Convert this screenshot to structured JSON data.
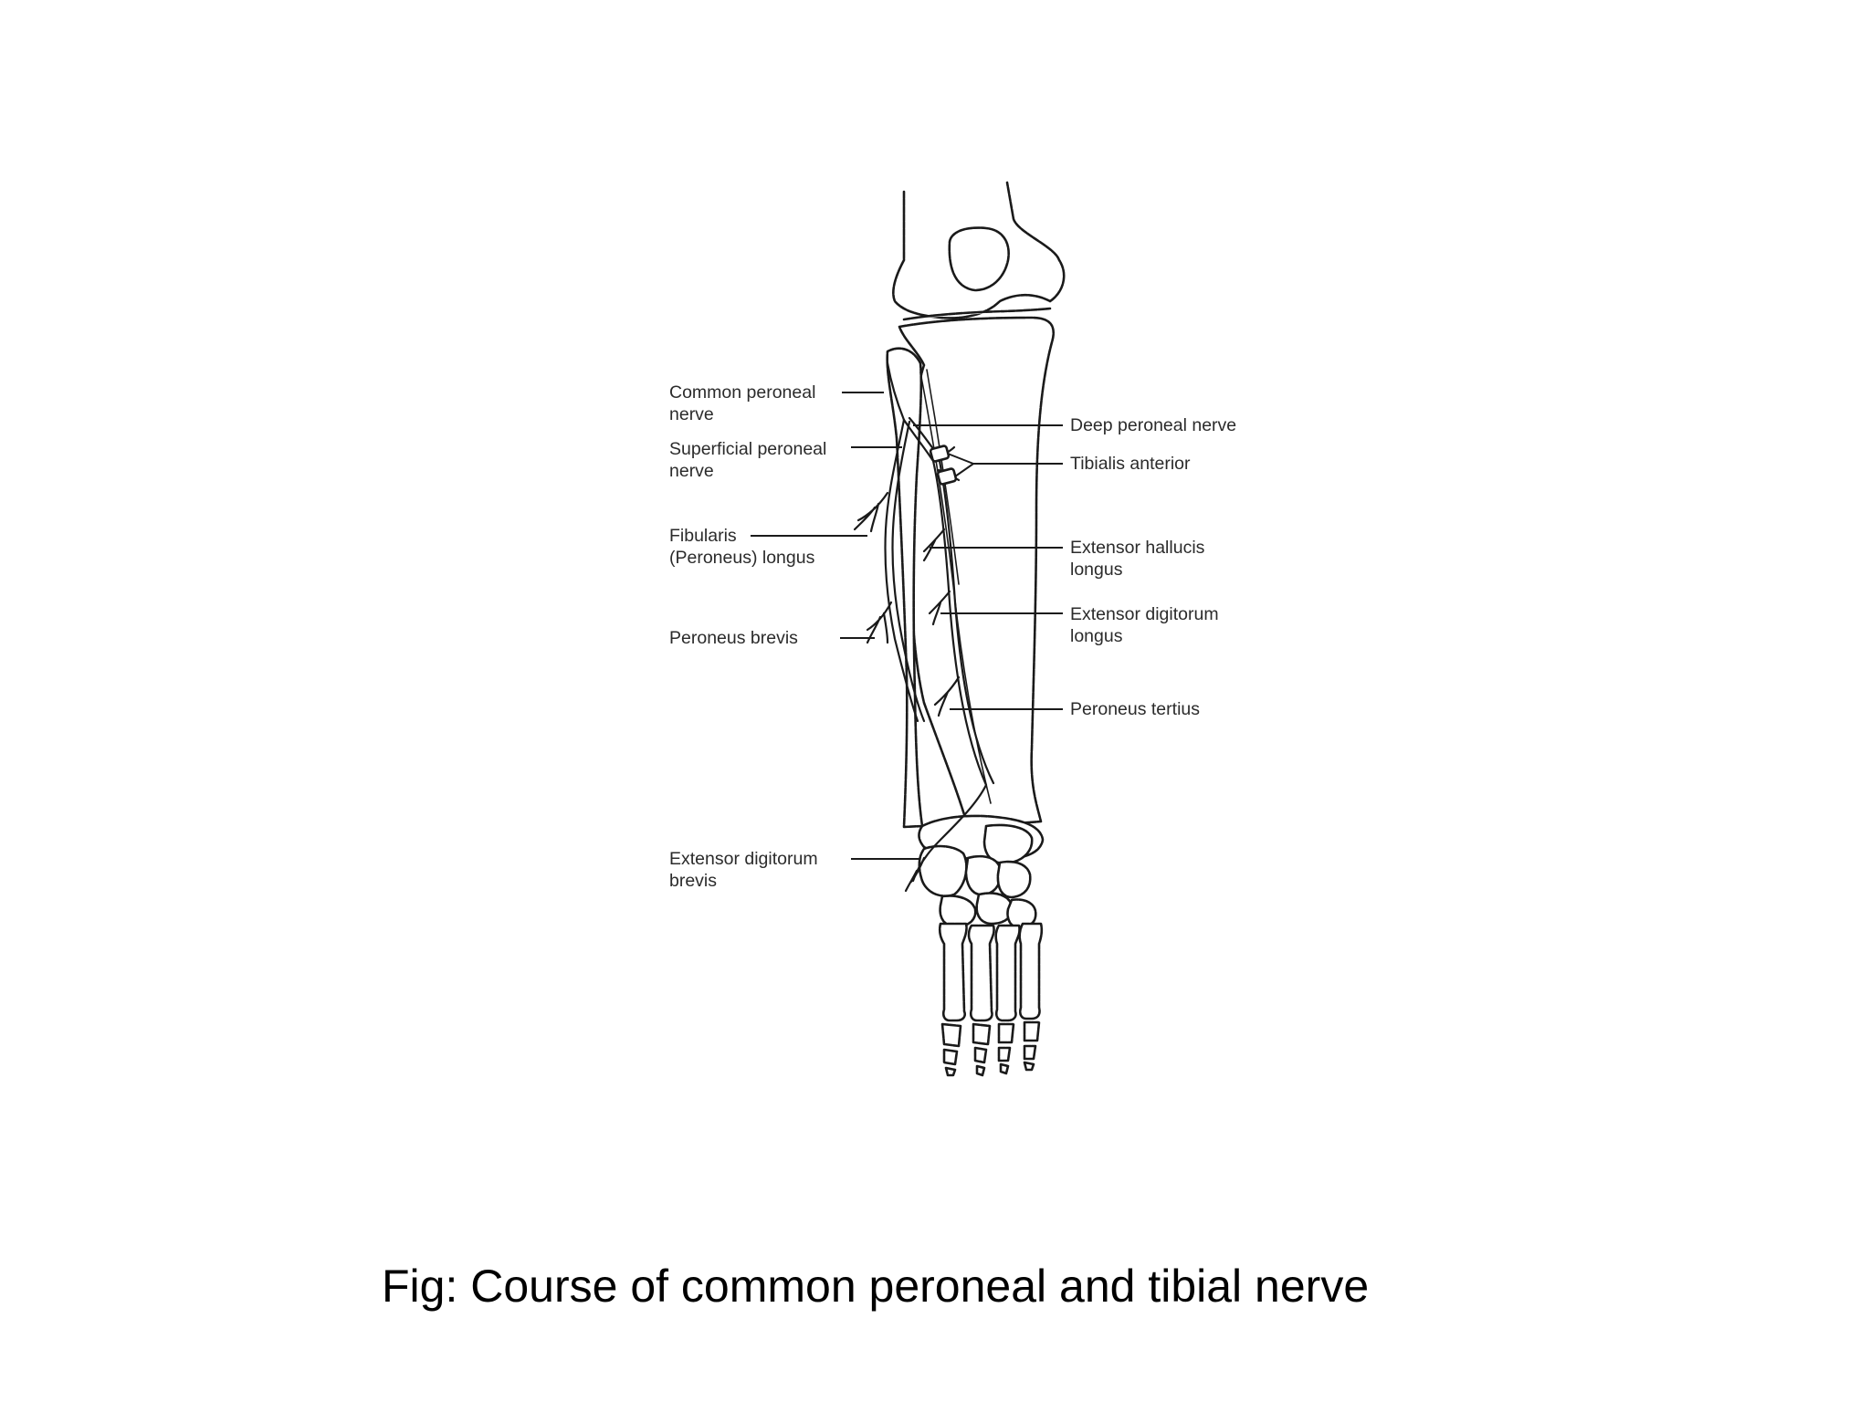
{
  "labels": {
    "common_peroneal_nerve": [
      "Common peroneal",
      "nerve"
    ],
    "superficial_peroneal_nerve": [
      "Superficial peroneal",
      "nerve"
    ],
    "fibularis_longus": [
      "Fibularis",
      "(Peroneus) longus"
    ],
    "peroneus_brevis": [
      "Peroneus brevis"
    ],
    "extensor_digitorum_brevis": [
      "Extensor digitorum",
      "brevis"
    ],
    "deep_peroneal_nerve": [
      "Deep peroneal nerve"
    ],
    "tibialis_anterior": [
      "Tibialis anterior"
    ],
    "extensor_hallucis_longus": [
      "Extensor hallucis",
      "longus"
    ],
    "extensor_digitorum_longus": [
      "Extensor digitorum",
      "longus"
    ],
    "peroneus_tertius": [
      "Peroneus tertius"
    ]
  },
  "caption": "Fig: Course of common peroneal and tibial nerve"
}
